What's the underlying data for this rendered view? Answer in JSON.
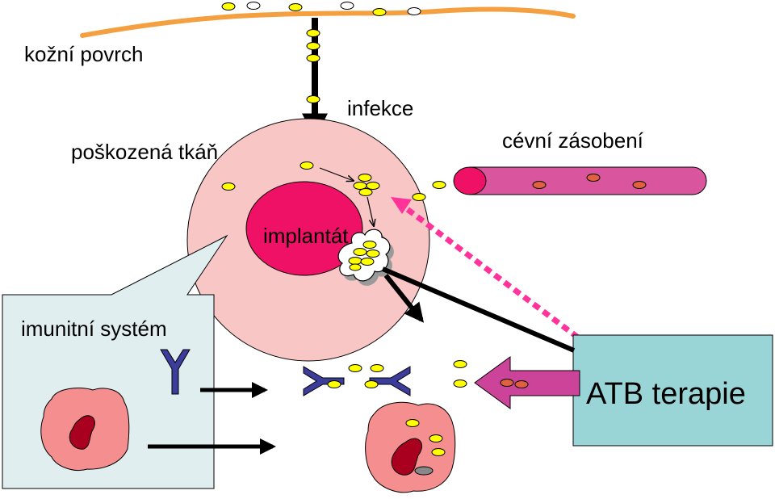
{
  "labels": {
    "skin": "kožní povrch",
    "damaged_tissue": "poškozená tkáň",
    "infection": "infekce",
    "vascular_supply": "cévní zásobení",
    "implant": "implantát",
    "immune_system": "imunitní systém",
    "atb_therapy": "ATB terapie"
  },
  "colors": {
    "skin_line": "#f5a040",
    "bacteria_fill": "#ffff00",
    "tissue_fill": "#f9c6c6",
    "implant_fill": "#ee1166",
    "vessel_fill": "#d9559d",
    "immune_box_fill": "#e1eef0",
    "atb_box_fill": "#99d4d6",
    "antibody": "#3c3c9a",
    "red_cell": "#e06040",
    "dotted_arrow": "#ff3399",
    "atb_arrow": "#cc4499"
  }
}
